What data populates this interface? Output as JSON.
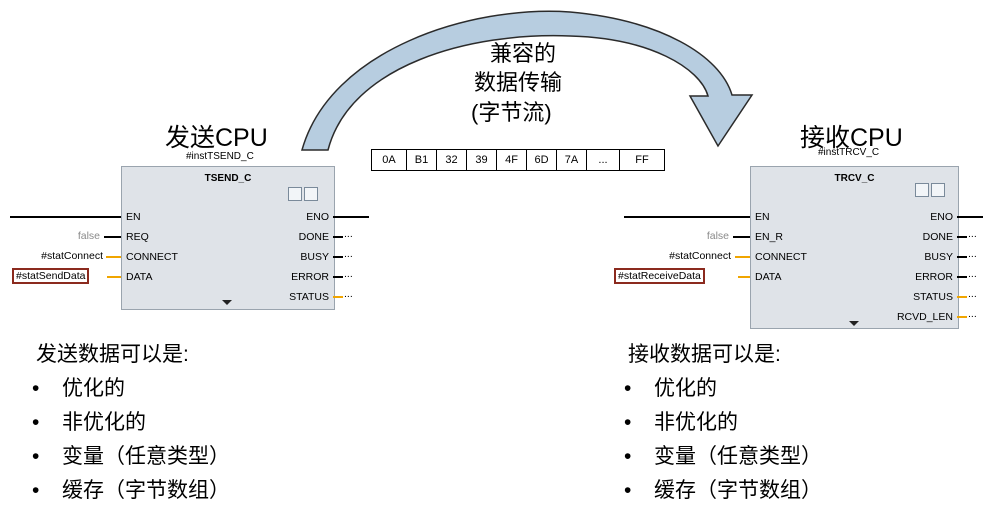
{
  "arrow_label": [
    "兼容的",
    "数据传输",
    "(字节流)"
  ],
  "bytes": [
    "0A",
    "B1",
    "32",
    "39",
    "4F",
    "6D",
    "7A",
    "...",
    "FF"
  ],
  "send": {
    "title": "发送CPU",
    "instance": "#instTSEND_C",
    "block_name": "TSEND_C",
    "inputs": [
      "EN",
      "REQ",
      "CONNECT",
      "DATA"
    ],
    "outputs": [
      "ENO",
      "DONE",
      "BUSY",
      "ERROR",
      "STATUS"
    ],
    "params": {
      "req": "false",
      "connect": "#statConnect",
      "data": "#statSendData"
    },
    "heading": "发送数据可以是:",
    "items": [
      "优化的",
      "非优化的",
      "变量（任意类型）",
      "缓存（字节数组）"
    ]
  },
  "recv": {
    "title": "接收CPU",
    "instance": "#instTRCV_C",
    "block_name": "TRCV_C",
    "inputs": [
      "EN",
      "EN_R",
      "CONNECT",
      "DATA"
    ],
    "outputs": [
      "ENO",
      "DONE",
      "BUSY",
      "ERROR",
      "STATUS",
      "RCVD_LEN"
    ],
    "params": {
      "en_r": "false",
      "connect": "#statConnect",
      "data": "#statReceiveData"
    },
    "heading": "接收数据可以是:",
    "items": [
      "优化的",
      "非优化的",
      "变量（任意类型）",
      "缓存（字节数组）"
    ]
  },
  "bullet_char": "•",
  "ellipsis": "...",
  "colors": {
    "arrow_fill": "#b7cde0",
    "arrow_stroke": "#2b2b2b",
    "highlight": "#8b2a1e",
    "status_line": "#f0a500",
    "connect_line": "#f0a500",
    "block_bg": "#dfe3e8"
  }
}
